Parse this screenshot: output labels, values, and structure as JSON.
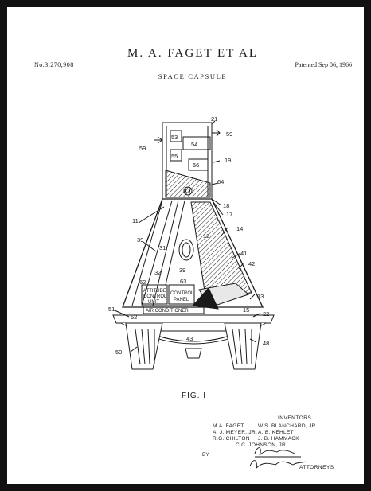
{
  "header": {
    "title": "M. A. FAGET ET AL",
    "patent_number": "No.3,270,908",
    "patent_date": "Patented Sep 06, 1966",
    "subtitle": "SPACE CAPSULE"
  },
  "drawing": {
    "figure_label": "FIG. I",
    "reference_numerals": [
      "21",
      "59",
      "59",
      "53",
      "54",
      "55",
      "56",
      "19",
      "64",
      "18",
      "17",
      "11",
      "39",
      "12",
      "14",
      "31",
      "41",
      "42",
      "32",
      "39",
      "63",
      "62",
      "13",
      "51",
      "52",
      "22",
      "15",
      "50",
      "43",
      "48"
    ],
    "component_labels": [
      "ATTITUDE",
      "CONTROL",
      "UNIT",
      "CONTROL",
      "PANEL",
      "AIR CONDITIONER"
    ]
  },
  "inventors": {
    "heading": "INVENTORS",
    "names": [
      "M.A. FAGET",
      "W.S. BLANCHARD, JR",
      "A. J. MEYER, JR.",
      "A. B. KEHLET",
      "R.G. CHILTON",
      "J. B. HAMMACK",
      "C.C. JOHNSON, JR."
    ]
  },
  "signature": {
    "by_label": "BY",
    "attorneys_label": "ATTORNEYS"
  },
  "colors": {
    "frame": "#111111",
    "paper": "#ffffff",
    "ink": "#1a1a1a"
  }
}
